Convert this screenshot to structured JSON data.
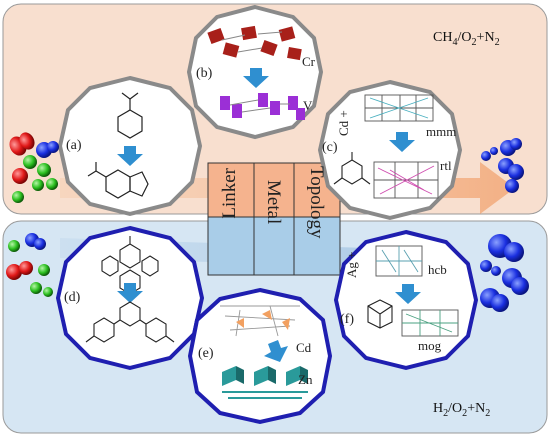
{
  "gases": {
    "top": "CH4/O2+N2",
    "bottom": "H2/O2+N2"
  },
  "center": {
    "col1": "Linker",
    "col2": "Metal",
    "col3": "Topology"
  },
  "panels": {
    "a": {
      "label": "(a)"
    },
    "b": {
      "label": "(b)",
      "metal_from": "Cr",
      "metal_to": "V"
    },
    "c": {
      "label": "(c)",
      "metal": "Cd +",
      "topo_from": "mmm",
      "topo_to": "rtl"
    },
    "d": {
      "label": "(d)"
    },
    "e": {
      "label": "(e)",
      "metal_from": "Cd",
      "metal_to": "Zn"
    },
    "f": {
      "label": "(f)",
      "metal": "Ag +",
      "topo_from": "hcb",
      "topo_to": "mog"
    }
  },
  "colors": {
    "top_bg": "#f8dfcf",
    "bottom_bg": "#d6e6f3",
    "top_frame": "#8a8a8a",
    "bottom_frame": "#1f1fb0",
    "arrow_blue": "#2f8fd0",
    "center_orange": "#f5b38e",
    "center_blue": "#a9cde8",
    "chromium_red": "#a8201a",
    "vanadium_purple": "#9b2fd6",
    "zinc_teal": "#2a9a9a"
  }
}
